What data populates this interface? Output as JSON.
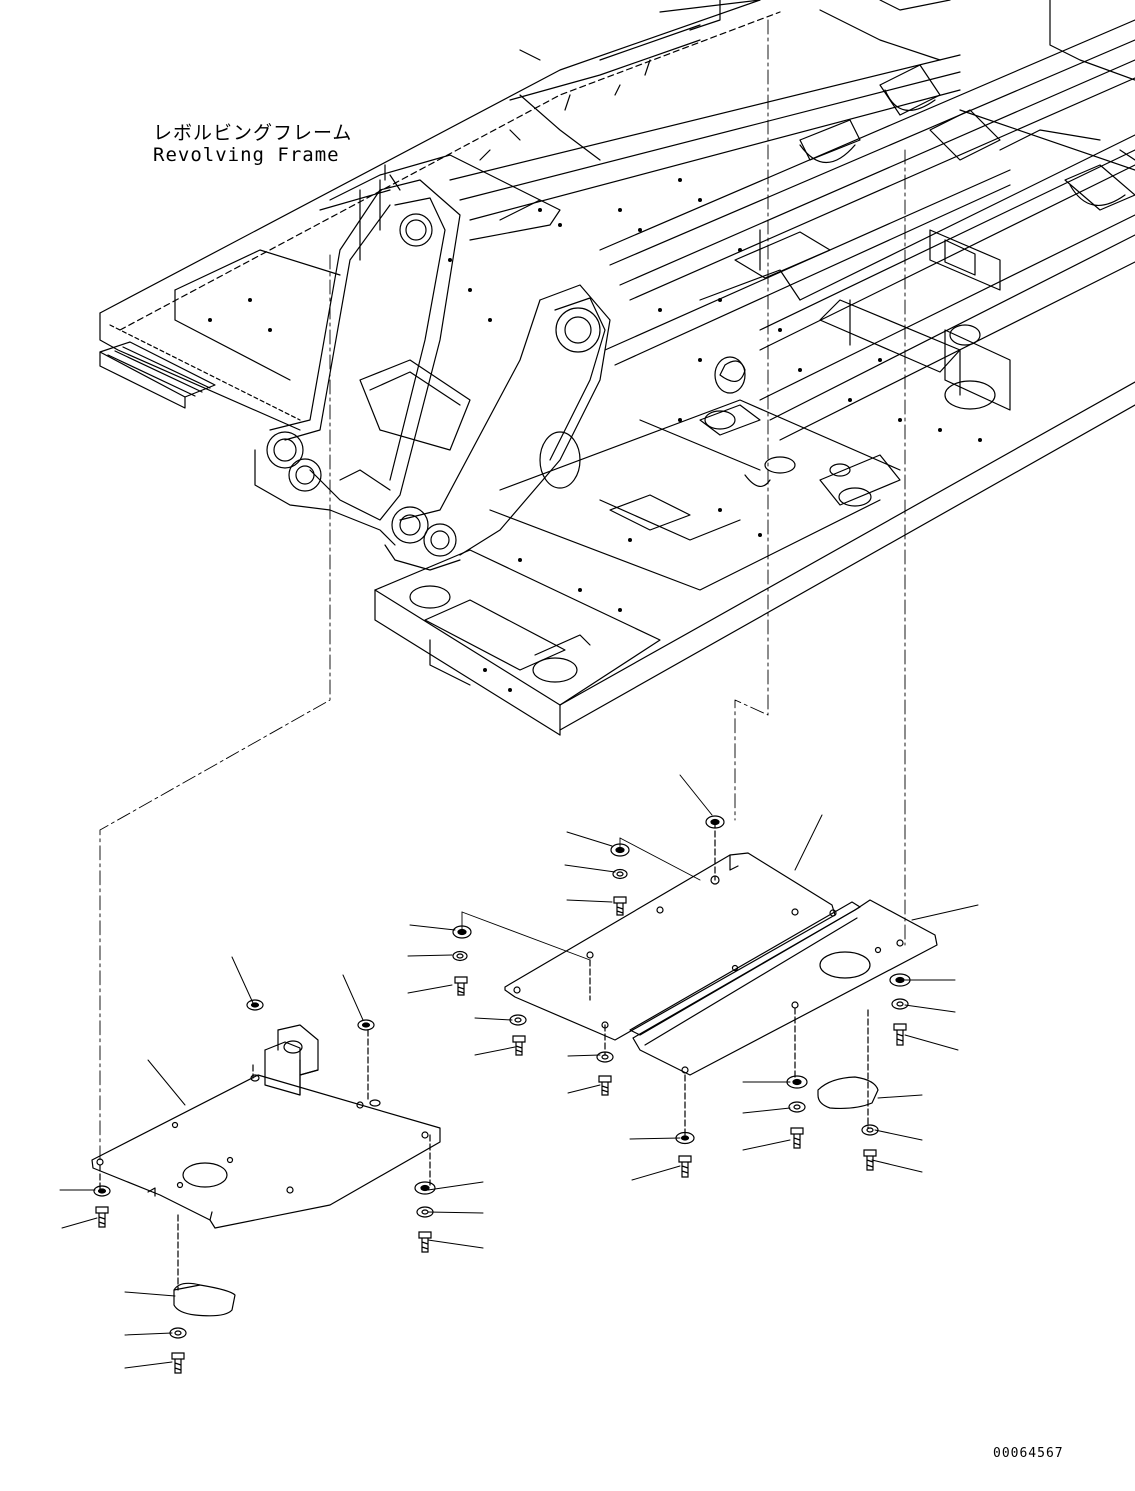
{
  "diagram": {
    "title_jp": "レボルビングフレーム",
    "title_en": "Revolving Frame",
    "drawing_number": "00064567"
  },
  "colors": {
    "line": "#000000",
    "background": "#ffffff"
  },
  "icons": [
    "washer-icon",
    "bolt-icon"
  ]
}
